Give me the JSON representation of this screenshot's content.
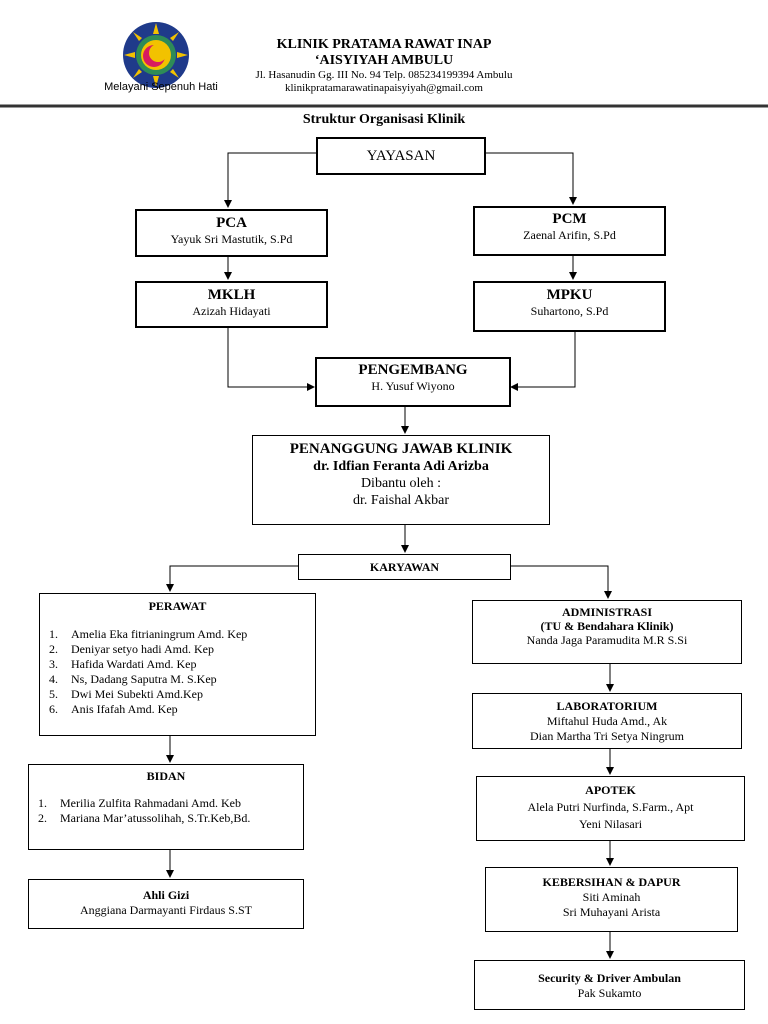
{
  "header": {
    "clinic_name": "KLINIK PRATAMA RAWAT INAP",
    "clinic_sub": "‘AISYIYAH AMBULU",
    "address": "Jl. Hasanudin Gg. III No. 94 Telp. 085234199394 Ambulu",
    "email": "klinikpratamarawatinapaisyiyah@gmail.com",
    "tagline": "Melayani Sepenuh Hati",
    "logo_colors": {
      "outer": "#1f3a8a",
      "ring": "#2e8b57",
      "accent": "#f2c200",
      "crescent": "#d81b60"
    }
  },
  "title": "Struktur Organisasi Klinik",
  "yayasan": "YAYASAN",
  "pca": {
    "title": "PCA",
    "name": "Yayuk Sri Mastutik, S.Pd"
  },
  "pcm": {
    "title": "PCM",
    "name": "Zaenal Arifin, S.Pd"
  },
  "mklh": {
    "title": "MKLH",
    "name": "Azizah Hidayati"
  },
  "mpku": {
    "title": "MPKU",
    "name": "Suhartono, S.Pd"
  },
  "pengembang": {
    "title": "PENGEMBANG",
    "name": "H. Yusuf Wiyono"
  },
  "pj": {
    "title": "PENANGGUNG JAWAB KLINIK",
    "name": "dr. Idfian Feranta Adi Arizba",
    "assist_label": "Dibantu oleh :",
    "assist_name": "dr. Faishal Akbar"
  },
  "karyawan": "KARYAWAN",
  "perawat": {
    "title": "PERAWAT",
    "items": [
      "Amelia Eka fitrianingrum Amd. Kep",
      "Deniyar setyo hadi Amd. Kep",
      "Hafida Wardati Amd. Kep",
      "Ns, Dadang Saputra M. S.Kep",
      "Dwi Mei Subekti Amd.Kep",
      "Anis Ifafah Amd. Kep"
    ]
  },
  "bidan": {
    "title": "BIDAN",
    "items": [
      "Merilia Zulfita Rahmadani Amd. Keb",
      "Mariana Mar’atussolihah, S.Tr.Keb,Bd."
    ]
  },
  "gizi": {
    "title": "Ahli Gizi",
    "name": "Anggiana Darmayanti Firdaus S.ST"
  },
  "admin": {
    "title": "ADMINISTRASI",
    "subtitle": "(TU & Bendahara Klinik)",
    "name": "Nanda Jaga Paramudita M.R  S.Si"
  },
  "lab": {
    "title": "LABORATORIUM",
    "names": [
      "Miftahul Huda Amd., Ak",
      "Dian Martha Tri Setya Ningrum"
    ]
  },
  "apotek": {
    "title": "APOTEK",
    "names": [
      "Alela Putri Nurfinda, S.Farm., Apt",
      "Yeni Nilasari"
    ]
  },
  "kebersihan": {
    "title": "KEBERSIHAN & DAPUR",
    "names": [
      "Siti Aminah",
      "Sri Muhayani Arista"
    ]
  },
  "security": {
    "title": "Security & Driver Ambulan",
    "name": "Pak Sukamto"
  }
}
